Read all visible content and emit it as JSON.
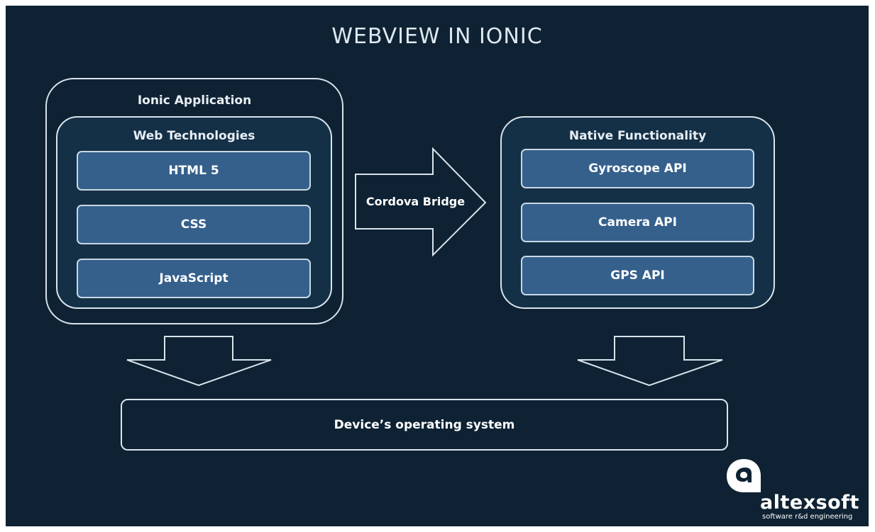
{
  "title": "WEBVIEW IN IONIC",
  "ionic_app": {
    "label": "Ionic Application",
    "web": {
      "label": "Web Technologies",
      "items": [
        "HTML 5",
        "CSS",
        "JavaScript"
      ]
    }
  },
  "bridge": {
    "label": "Cordova Bridge"
  },
  "native": {
    "label": "Native Functionality",
    "items": [
      "Gyroscope API",
      "Camera API",
      "GPS API"
    ]
  },
  "os": {
    "label": "Device’s operating system"
  },
  "logo": {
    "name": "altexsoft",
    "tagline": "software r&d engineering"
  },
  "colors": {
    "background": "#0e2233",
    "item_fill": "#35608c",
    "outline": "#d9e4ec"
  }
}
